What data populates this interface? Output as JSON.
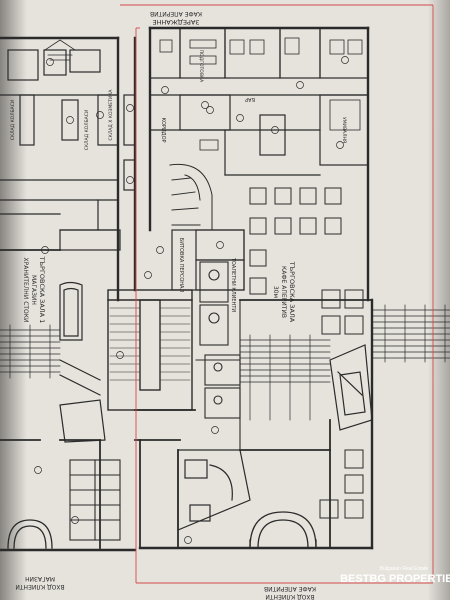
{
  "title_top": "ЗАРЕДЖАННЕ",
  "title_top2": "КАФЕ АПЕРИТИВ",
  "bottom_left_entry": "ВХОД КЛИЕНТИ",
  "bottom_left_entry2": "МАГАЗИН",
  "bottom_right_entry": "ВХОД КЛИЕНТИ",
  "bottom_right_entry2": "КАФЕ АПЕРИТИВ",
  "shop_hall": "ТЪРГОВСКА ЗАЛА 1",
  "shop_hall_sub": "МАГАЗИН",
  "shop_hall_sub2": "ХРАНИТЕЛНИ СТОКИ",
  "cafe_hall": "ТЪРГОВСКА ЗАЛА",
  "cafe_hall_sub": "КАФЕ АПЕРИТИВ",
  "cafe_hall_area": "30м",
  "corridor": "КОРИДОР",
  "staff_wc": "БИТОВКА ПЕРСОНАЛ",
  "wc_clients": "ТОАЛЕТНИ КЛИЕНТИ",
  "storage1": "СКЛАД КОЛБАСИ",
  "storage2": "СКЛАД КОЛБАСИ",
  "storage3": "СКЛАД Х КОЗМЕТИКА",
  "pastry": "УМИВАЛНЯ",
  "kitchen": "БАР",
  "utility": "ПОДГОТОВКА",
  "watermark_brand": "BESTBG PROPERTIES",
  "watermark_sub": "Bulgarian Real Estate",
  "colors": {
    "paper": "#e7e4df",
    "ink": "#2b2b2b",
    "red_outline": "#d24a4a",
    "dark_edge": "#2a2a28"
  }
}
